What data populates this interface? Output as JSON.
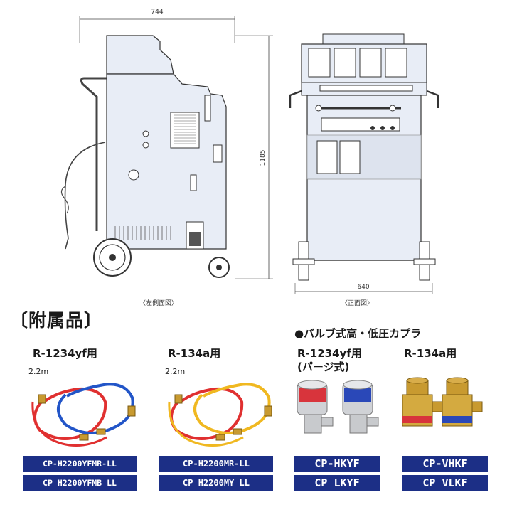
{
  "diagram": {
    "width_label": "744",
    "height_label": "1185",
    "front_width_label": "640",
    "side_view_caption": "〈左側面図〉",
    "front_view_caption": "〈正面図〉"
  },
  "accessories": {
    "heading": "〔附属品〕",
    "coupler_heading": "●バルブ式高・低圧カプラ",
    "items": [
      {
        "title": "R-1234yf用",
        "length": "2.2m",
        "codes": [
          "CP-H2200YFMR-LL",
          "CP H2200YFMB LL"
        ]
      },
      {
        "title": "R-134a用",
        "length": "2.2m",
        "codes": [
          "CP-H2200MR-LL",
          "CP H2200MY LL"
        ]
      },
      {
        "title": "R-1234yf用",
        "subtitle": "(パージ式)",
        "codes": [
          "CP-HKYF",
          "CP LKYF"
        ]
      },
      {
        "title": "R-134a用",
        "codes": [
          "CP-VHKF",
          "CP VLKF"
        ]
      }
    ]
  },
  "colors": {
    "badge": "#1c2f86",
    "hose_red": "#e03030",
    "hose_blue": "#2255c8",
    "hose_yellow": "#f0b820",
    "machine_fill": "#e8edf6"
  }
}
